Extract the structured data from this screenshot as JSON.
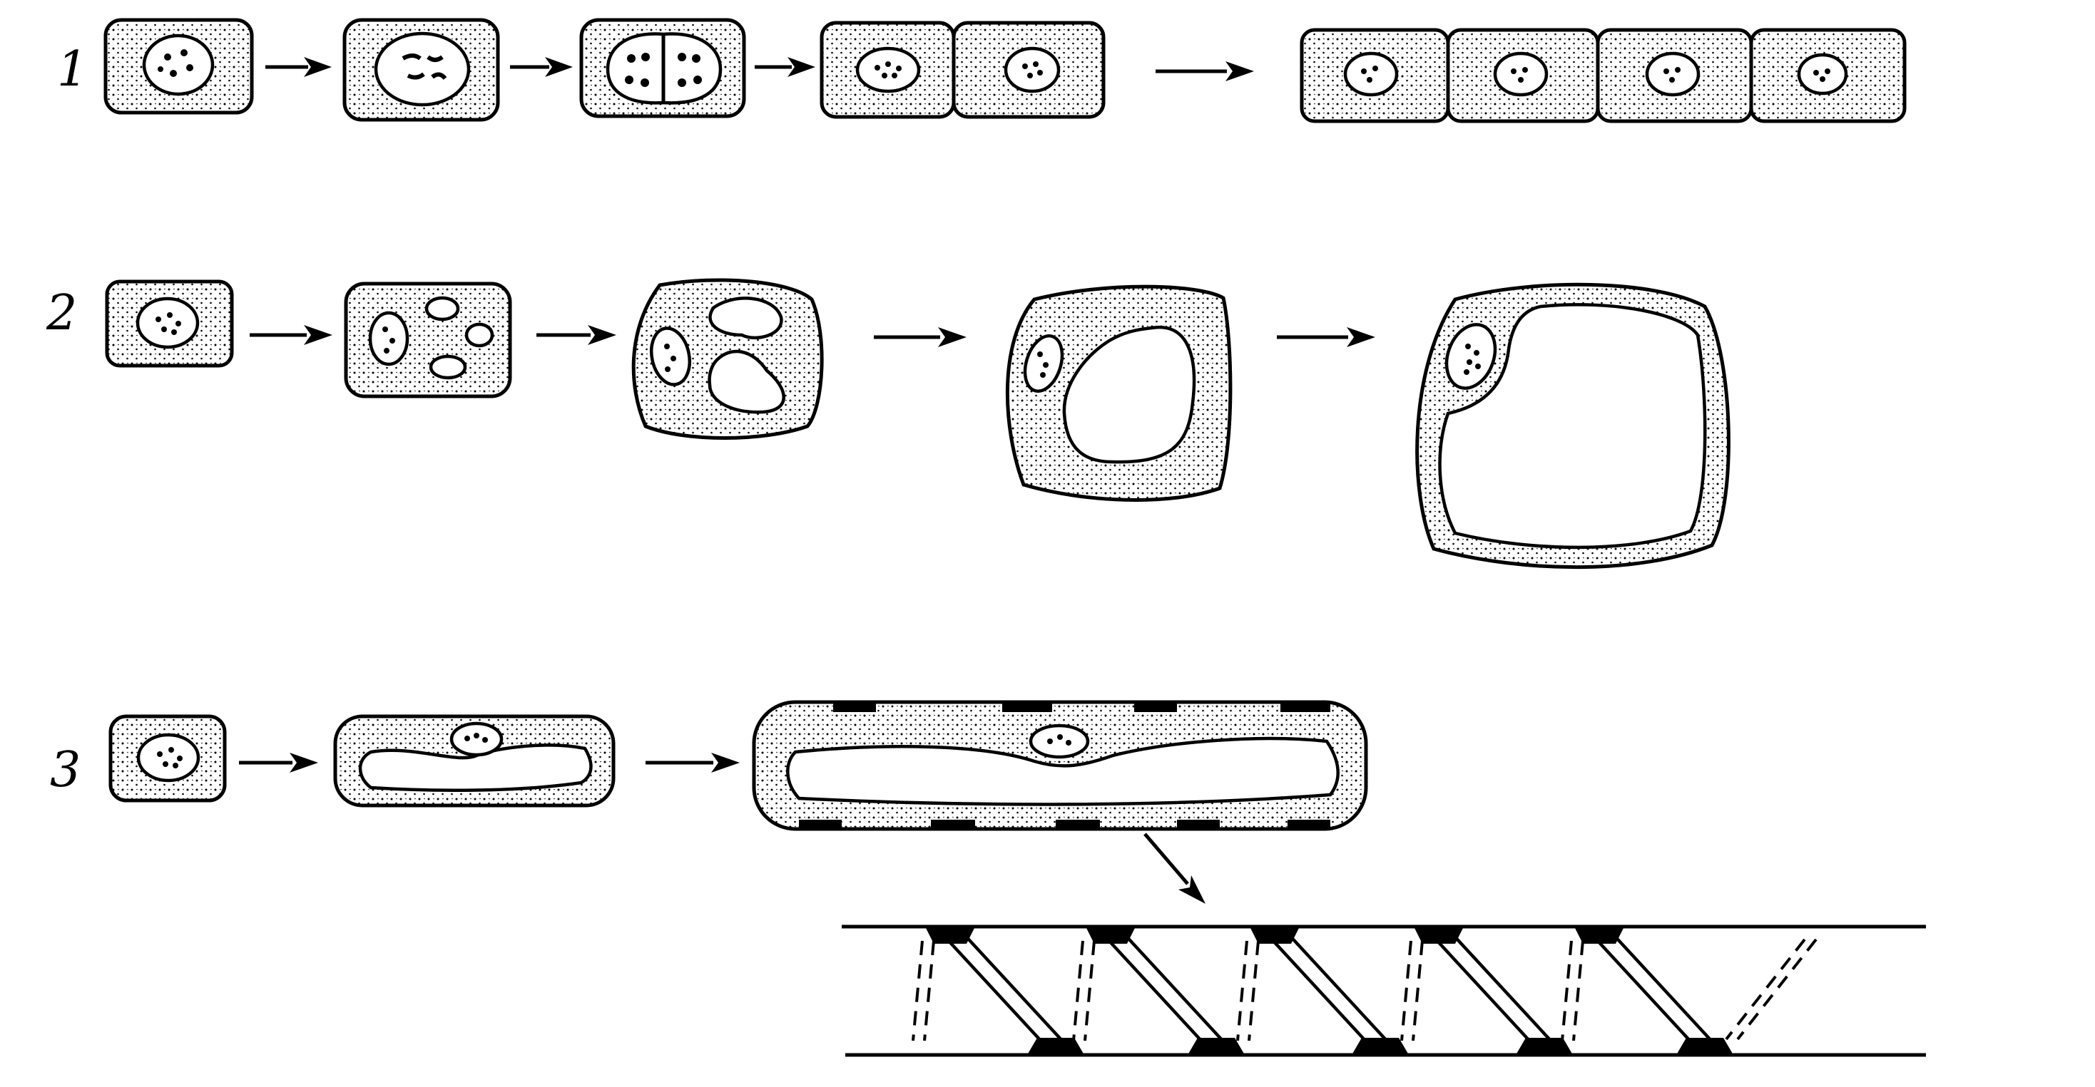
{
  "figure": {
    "rows": [
      {
        "label": "1",
        "process": "cell-division"
      },
      {
        "label": "2",
        "process": "parenchyma-vacuolation"
      },
      {
        "label": "3",
        "process": "elongation-spiral-thickening"
      }
    ],
    "icons": [
      "arrow-right-icon",
      "arrow-down-right-icon"
    ],
    "colors": {
      "ink": "#000000",
      "paper": "#ffffff"
    }
  }
}
